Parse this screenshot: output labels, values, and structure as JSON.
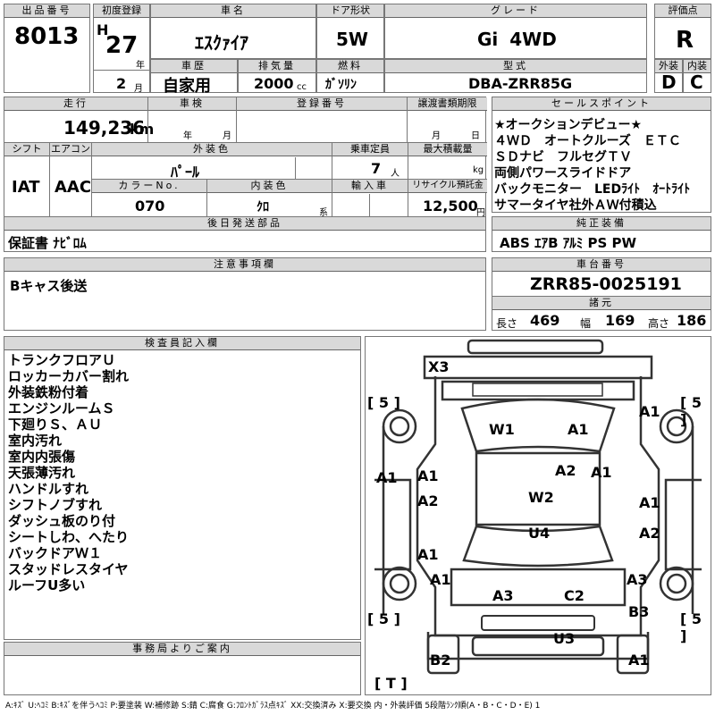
{
  "lot": {
    "label": "出品番号",
    "value": "8013"
  },
  "first_reg": {
    "label": "初度登録",
    "era": "H",
    "year": "27",
    "year_unit": "年",
    "month": "2",
    "month_unit": "月"
  },
  "model": {
    "label": "車名",
    "value": "ｴｽｸｧｲｱ"
  },
  "door": {
    "label": "ドア形状",
    "value": "5W"
  },
  "grade": {
    "label": "グレード",
    "value": "Gi 4WD"
  },
  "score": {
    "label": "評価点",
    "value": "R"
  },
  "history": {
    "label": "車歴",
    "value": "自家用"
  },
  "displacement": {
    "label": "排気量",
    "value": "2000",
    "unit": "cc"
  },
  "fuel": {
    "label": "燃料",
    "value": "ｶﾞｿﾘﾝ"
  },
  "type": {
    "label": "型式",
    "value": "DBA-ZRR85G"
  },
  "exterior_grade": {
    "label": "外装",
    "value": "D"
  },
  "interior_grade": {
    "label": "内装",
    "value": "C"
  },
  "mileage": {
    "label": "走行",
    "value": "149,236",
    "unit": "km"
  },
  "inspection": {
    "label": "車検",
    "year_unit": "年",
    "month_unit": "月"
  },
  "plate": {
    "label": "登録番号"
  },
  "transfer": {
    "label": "譲渡書類期限",
    "month_unit": "月",
    "day_unit": "日"
  },
  "shift": {
    "label": "シフト",
    "value": "IAT"
  },
  "aircon": {
    "label": "エアコン",
    "value": "AAC"
  },
  "color": {
    "label": "外装色",
    "value": "ﾊﾟｰﾙ"
  },
  "capacity": {
    "label": "乗車定員",
    "value": "7",
    "unit": "人"
  },
  "max_load": {
    "label": "最大積載量",
    "unit": "kg"
  },
  "color_no": {
    "label": "カラーNo.",
    "value": "070"
  },
  "interior_color": {
    "label": "内装色",
    "value": "ｸﾛ",
    "unit": "系"
  },
  "import": {
    "label": "輸入車"
  },
  "recycle": {
    "label": "リサイクル預託金",
    "value": "12,500",
    "unit": "円"
  },
  "sales_points": {
    "label": "セールスポイント",
    "lines": [
      "★オークションデビュー★",
      "４ＷＤ　オートクルーズ　ＥＴＣ",
      "ＳＤナビ　フルセグＴＶ",
      "両側パワースライドドア",
      "バックモニター　LEDﾗｲﾄ　ｵｰﾄﾗｲﾄ",
      "サマータイヤ社外ＡＷ付積込"
    ]
  },
  "later_parts": {
    "label": "後日発送部品",
    "value": "保証書 ﾅﾋﾞﾛﾑ"
  },
  "equipment": {
    "label": "純正装備",
    "value": "ABS ｴｱB ｱﾙﾐ PS PW"
  },
  "caution": {
    "label": "注意事項欄",
    "value": "Bキャス後送"
  },
  "chassis": {
    "label": "車台番号",
    "value": "ZRR85-0025191"
  },
  "specs": {
    "label": "諸元",
    "length_label": "長さ",
    "length": "469",
    "width_label": "幅",
    "width": "169",
    "height_label": "高さ",
    "height": "186"
  },
  "inspector": {
    "label": "検査員記入欄",
    "lines": [
      "トランクフロアＵ",
      "ロッカーカバー割れ",
      "外装鉄粉付着",
      "エンジンルームＳ",
      "下廻りＳ、ＡＵ",
      "室内汚れ",
      "室内内張傷",
      "天張薄汚れ",
      "ハンドルすれ",
      "シフトノブすれ",
      "ダッシュ板のり付",
      "シートしわ、へたり",
      "バックドアＷ１",
      "スタッドレスタイヤ",
      "ルーフU多い"
    ]
  },
  "office": {
    "label": "事務局よりご案内"
  },
  "diagram": {
    "marks": [
      "X3",
      "W1",
      "A1",
      "A2",
      "A1",
      "W2",
      "U4",
      "A1",
      "A2",
      "A1",
      "A1",
      "A3",
      "C2",
      "A3",
      "B3",
      "U3",
      "B2",
      "A1",
      "A1",
      "A2",
      "A1",
      "A1"
    ],
    "tyres": [
      "5",
      "5",
      "5",
      "5",
      "T"
    ]
  },
  "legend": "A:ｷｽﾞ U:ﾍｺﾐ B:ｷｽﾞを伴うﾍｺﾐ P:要塗装 W:補修跡 S:錆 C:腐食 G:ﾌﾛﾝﾄｶﾞﾗｽ点ｷｽﾞ XX:交換済み X:要交換 内・外装評価 5段階ﾗﾝｸ順(A・B・C・D・E) 1"
}
